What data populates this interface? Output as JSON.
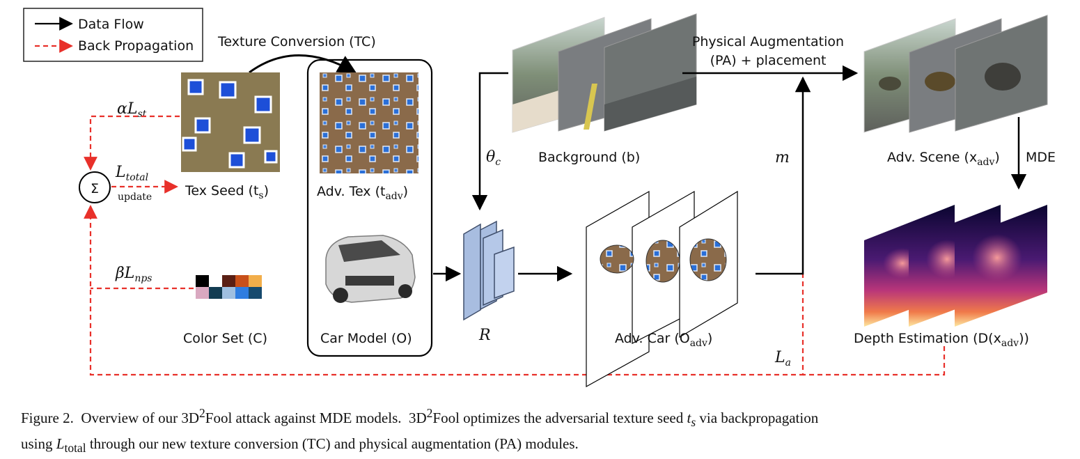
{
  "legend": {
    "data_flow": "Data Flow",
    "back_propagation": "Back Propagation"
  },
  "labels": {
    "texture_conversion": "Texture Conversion (TC)",
    "physical_aug_line1": "Physical Augmentation",
    "physical_aug_line2": "(PA) + placement",
    "tex_seed": "Tex Seed (t",
    "tex_seed_sub": "s",
    "adv_tex": "Adv. Tex (t",
    "adv_tex_sub": "adv",
    "car_model": "Car Model (O)",
    "color_set": "Color Set (C)",
    "background": "Background (b)",
    "adv_car": "Adv. Car (O",
    "adv_car_sub": "adv",
    "adv_scene": "Adv. Scene (x",
    "adv_scene_sub": "adv",
    "depth_estimation": "Depth Estimation (D(x",
    "depth_estimation_sub": "adv",
    "mde": "MDE",
    "renderer": "R",
    "theta_c": "θ",
    "theta_c_sub": "c",
    "m": "m",
    "alpha_lst": "αL",
    "alpha_lst_sub": "st",
    "beta_lnps": "βL",
    "beta_lnps_sub": "nps",
    "l_total": "L",
    "l_total_sub": "total",
    "update": "update",
    "sigma": "Σ",
    "l_a": "L",
    "l_a_sub": "a"
  },
  "colors": {
    "arrow": "#000000",
    "backprop": "#e8302a",
    "renderer_fill": "#a8bde0",
    "palette": [
      "#000000",
      "#ffffff",
      "#5a1f14",
      "#c8501a",
      "#f2ae4a",
      "#d9a8c0",
      "#123c52",
      "#9fbfe0",
      "#2f7de0",
      "#174a6e"
    ]
  },
  "caption": {
    "part1": "Figure 2.  Overview of our 3D",
    "sup1": "2",
    "part2": "Fool attack against MDE models.  3D",
    "sup2": "2",
    "part3": "Fool optimizes the adversarial texture seed ",
    "ts": "t",
    "ts_sub": "s",
    "part4": " via backpropagation",
    "part5": "using ",
    "ltotal": "L",
    "ltotal_sub": "total",
    "part6": " through our new texture conversion (TC) and physical augmentation (PA) modules."
  }
}
